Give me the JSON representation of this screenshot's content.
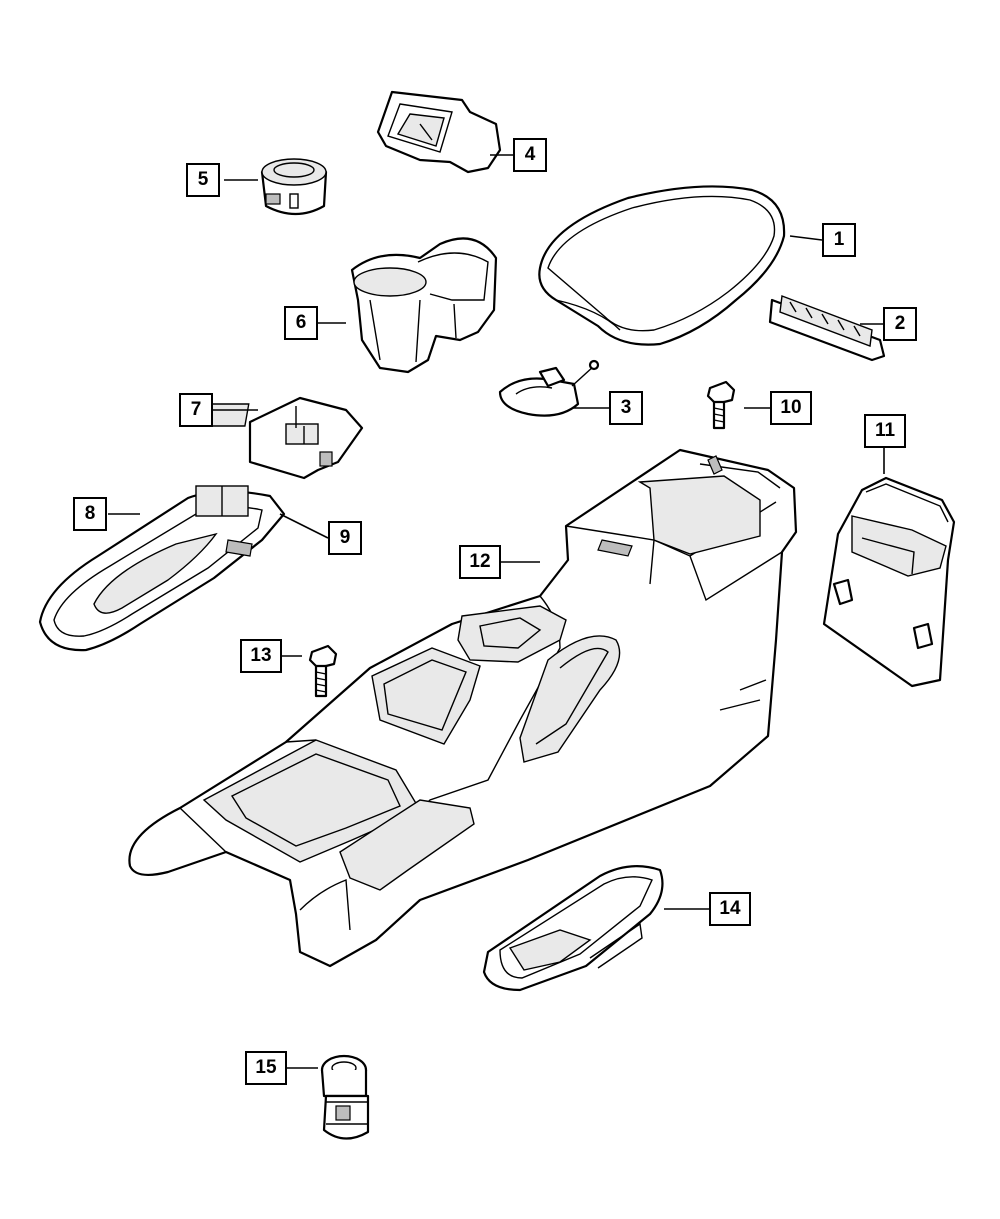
{
  "callouts": [
    {
      "id": "1",
      "label": "1"
    },
    {
      "id": "2",
      "label": "2"
    },
    {
      "id": "3",
      "label": "3"
    },
    {
      "id": "4",
      "label": "4"
    },
    {
      "id": "5",
      "label": "5"
    },
    {
      "id": "6",
      "label": "6"
    },
    {
      "id": "7",
      "label": "7"
    },
    {
      "id": "8",
      "label": "8"
    },
    {
      "id": "9",
      "label": "9"
    },
    {
      "id": "10",
      "label": "10"
    },
    {
      "id": "11",
      "label": "11"
    },
    {
      "id": "12",
      "label": "12"
    },
    {
      "id": "13",
      "label": "13"
    },
    {
      "id": "14",
      "label": "14"
    },
    {
      "id": "15",
      "label": "15"
    }
  ]
}
